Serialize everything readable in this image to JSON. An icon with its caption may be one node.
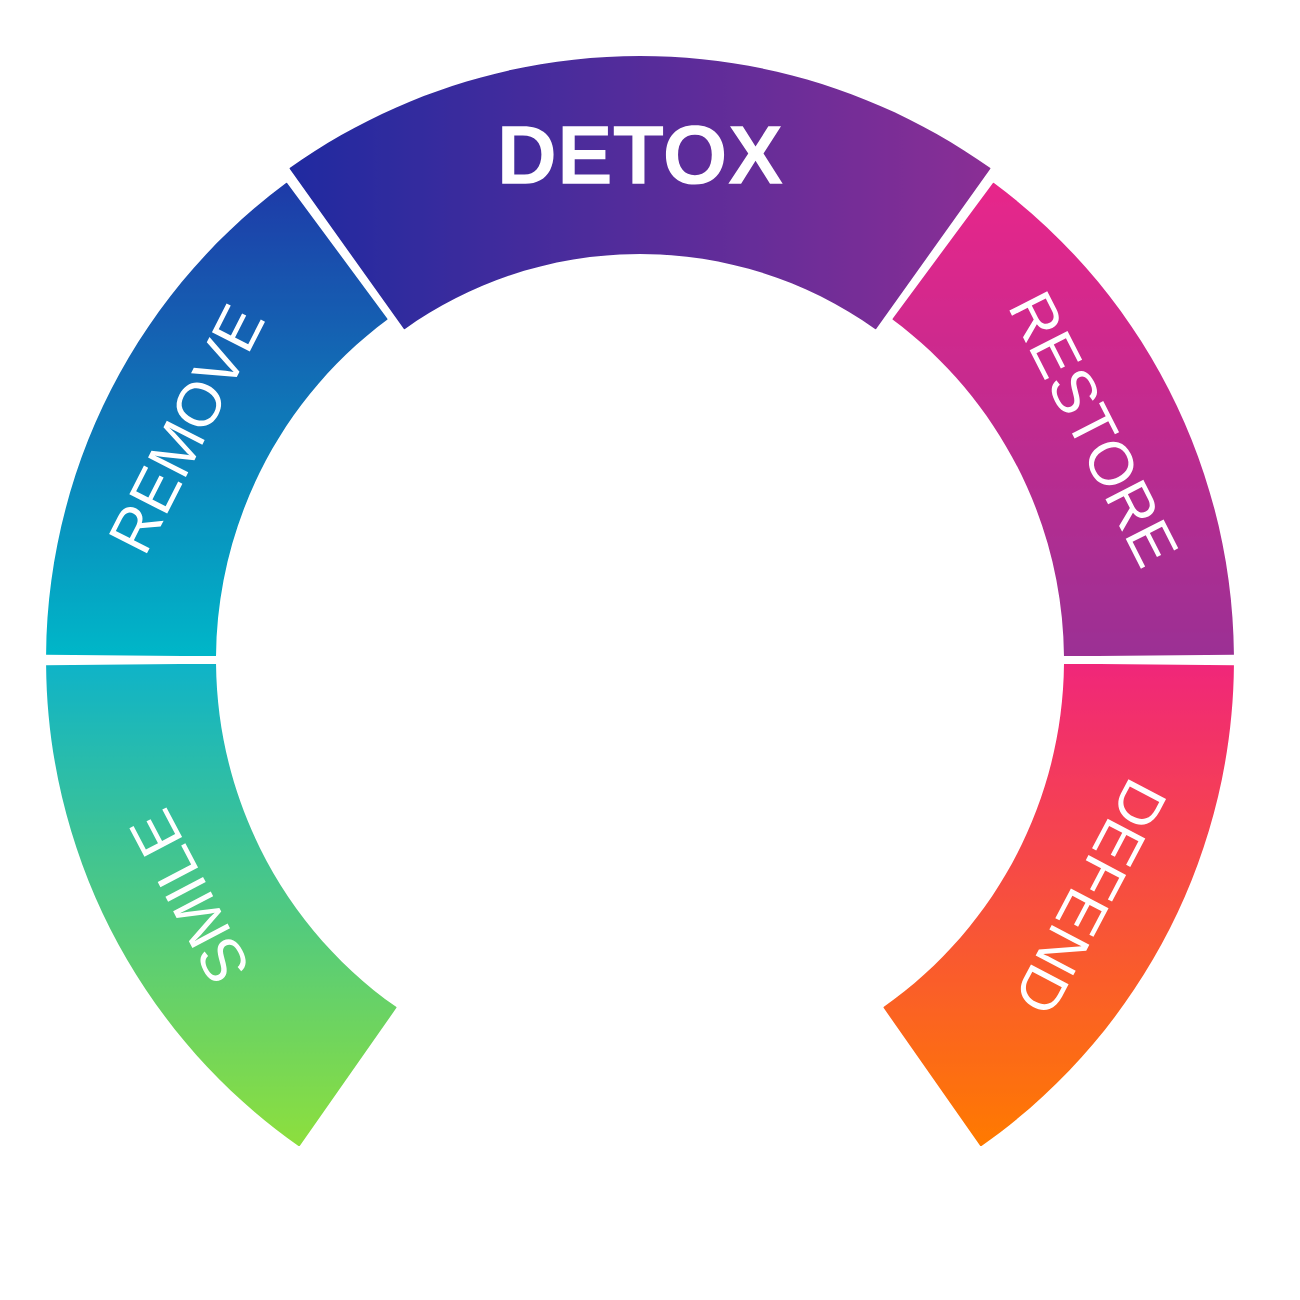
{
  "diagram": {
    "nodes": [
      {
        "text": [
          "SMILE"
        ]
      },
      {
        "text": [
          "REMOVE"
        ]
      },
      {
        "text": [
          "DETOX"
        ]
      },
      {
        "text": [
          "RESTORE"
        ]
      },
      {
        "text": [
          "DEFEND"
        ]
      }
    ]
  }
}
